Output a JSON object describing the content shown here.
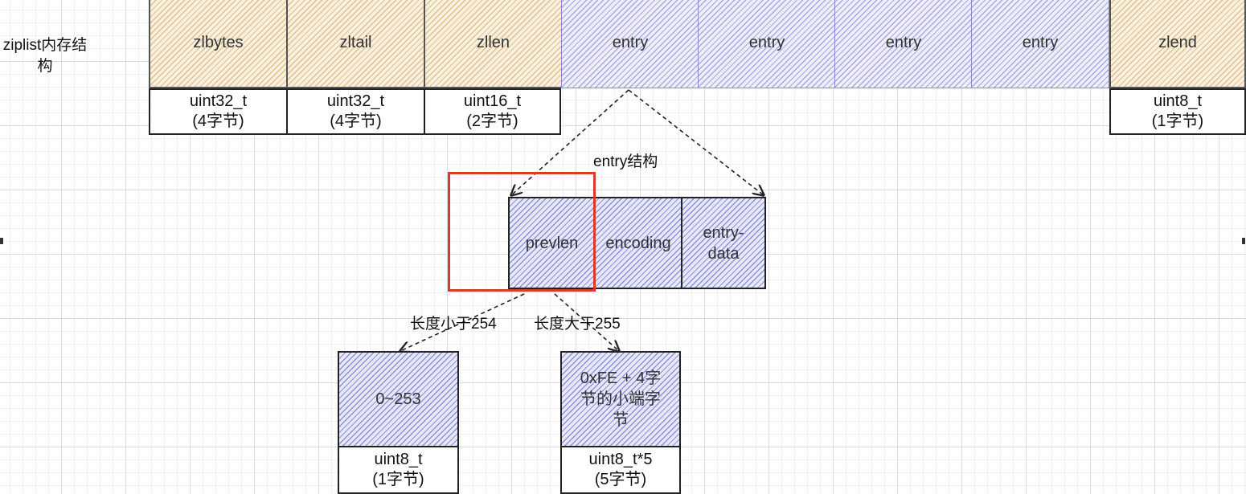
{
  "row_label": "ziplist内存结构",
  "header": [
    {
      "label": "zlbytes",
      "type": "uint32_t",
      "size": "(4字节)"
    },
    {
      "label": "zltail",
      "type": "uint32_t",
      "size": "(4字节)"
    },
    {
      "label": "zllen",
      "type": "uint16_t",
      "size": "(2字节)"
    }
  ],
  "entries": [
    "entry",
    "entry",
    "entry",
    "entry"
  ],
  "end": {
    "label": "zlend",
    "type": "uint8_t",
    "size": "(1字节)"
  },
  "entry_structure": {
    "title": "entry结构",
    "fields": [
      "prevlen",
      "encoding",
      "entry-data"
    ]
  },
  "branches": [
    {
      "condition": "长度小于254",
      "value": "0~253",
      "type": "uint8_t",
      "size": "(1字节)"
    },
    {
      "condition": "长度大于255",
      "value": "0xFE + 4字节的小端字节",
      "type": "uint8_t*5",
      "size": "(5字节)"
    }
  ],
  "colors": {
    "header_fill": "#f5dfbf",
    "entry_fill": "#d7d7f7",
    "highlight": "#d83a2c"
  }
}
